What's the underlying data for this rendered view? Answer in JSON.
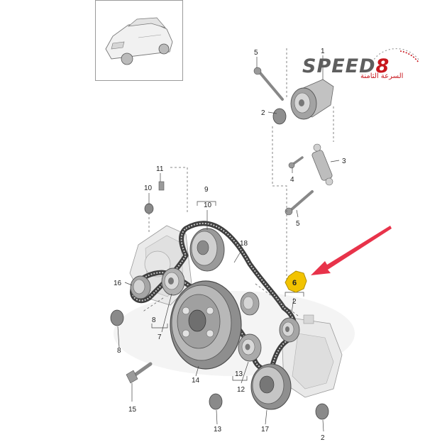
{
  "brand": {
    "name_prefix": "SPEED",
    "name_suffix": "8",
    "tagline": "السرعة الثامنة",
    "accent_color": "#c8171e",
    "text_color": "#5e5e5e"
  },
  "highlight": {
    "badge_color": "#f2c300",
    "arrow_color": "#e8334a"
  },
  "callouts": {
    "c1": "1",
    "c2a": "2",
    "c3": "3",
    "c4": "4",
    "c5a": "5",
    "c5b": "5",
    "c6": "6",
    "c2b": "2",
    "c7": "7",
    "c8a": "8",
    "c8b": "8",
    "c9": "9",
    "c10a": "10",
    "c10b": "10",
    "c11": "11",
    "c12": "12",
    "c13": "13",
    "c13b": "13",
    "c14": "14",
    "c15": "15",
    "c16": "16",
    "c17": "17",
    "c18": "18",
    "c2c": "2"
  }
}
